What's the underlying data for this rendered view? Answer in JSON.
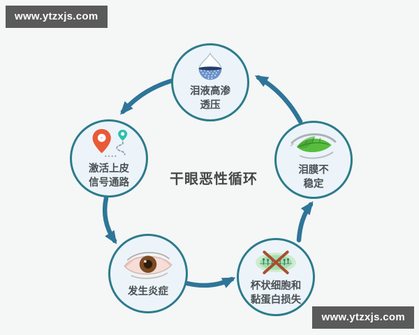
{
  "watermark": {
    "text": "www.ytzxjs.com",
    "background": "#5a5a5a",
    "color": "#ffffff"
  },
  "diagram": {
    "center_title": "干眼恶性循环",
    "colors": {
      "page_background": "#f5f6f6",
      "node_fill": "#ecf4f9",
      "node_border": "#2c7b8b",
      "arrow": "#2e7598",
      "label_text": "#4a5054",
      "title_text": "#474747"
    },
    "nodes": [
      {
        "id": "tear-hyperosmolarity",
        "lines": [
          "泪液高渗",
          "透压"
        ],
        "icon": "water-drop-icon"
      },
      {
        "id": "epithelial-signaling",
        "lines": [
          "激活上皮",
          "信号通路"
        ],
        "icon": "map-pin-route-icon"
      },
      {
        "id": "inflammation",
        "lines": [
          "发生炎症"
        ],
        "icon": "inflamed-eye-icon"
      },
      {
        "id": "goblet-cell-mucin-loss",
        "lines": [
          "杯状细胞和",
          "黏蛋白损失"
        ],
        "icon": "crossed-goblet-cells-icon"
      },
      {
        "id": "tear-film-instability",
        "lines": [
          "泪膜不",
          "稳定"
        ],
        "icon": "leaf-eye-icon"
      }
    ],
    "cycle_order": [
      "tear-hyperosmolarity",
      "epithelial-signaling",
      "inflammation",
      "goblet-cell-mucin-loss",
      "tear-film-instability",
      "tear-hyperosmolarity"
    ]
  }
}
